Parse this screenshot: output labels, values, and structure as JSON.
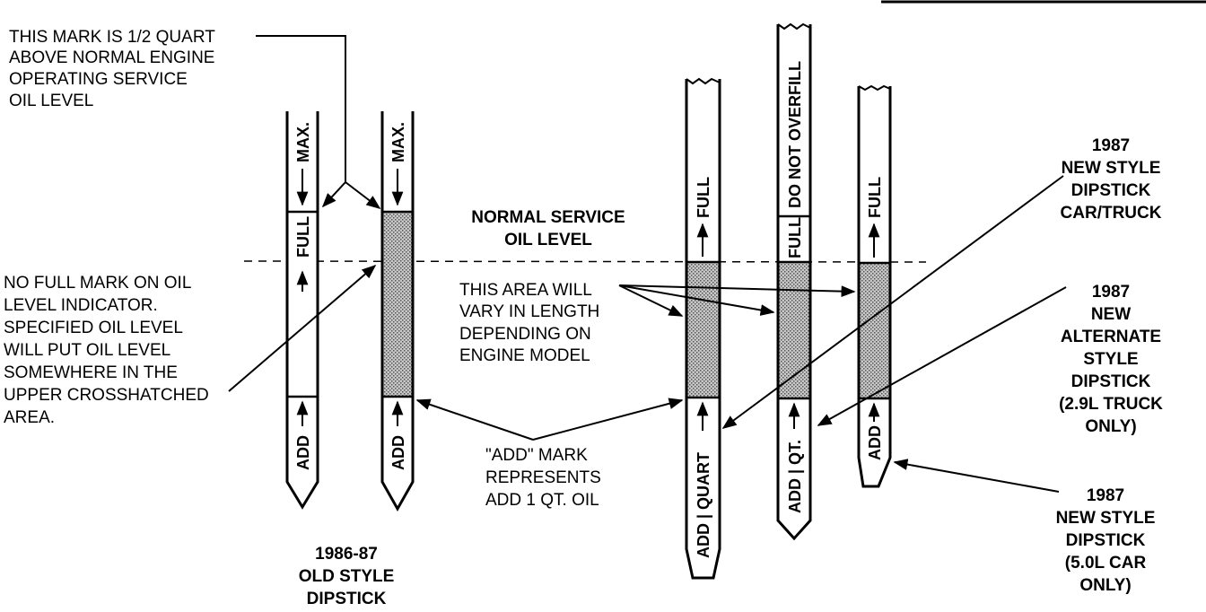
{
  "annotations": {
    "half_quart": [
      "THIS MARK IS 1/2 QUART",
      "ABOVE NORMAL ENGINE",
      "OPERATING SERVICE",
      "OIL LEVEL"
    ],
    "no_full_mark": [
      "NO FULL MARK ON OIL",
      "LEVEL INDICATOR.",
      "SPECIFIED OIL LEVEL",
      "WILL PUT OIL LEVEL",
      "SOMEWHERE IN THE",
      "UPPER CROSSHATCHED",
      "AREA."
    ],
    "normal_service": [
      "NORMAL SERVICE",
      "OIL LEVEL"
    ],
    "area_vary": [
      "THIS AREA WILL",
      "VARY IN LENGTH",
      "DEPENDING ON",
      "ENGINE MODEL"
    ],
    "add_mark": [
      "\"ADD\" MARK",
      "REPRESENTS",
      "ADD 1 QT. OIL"
    ],
    "old_style": [
      "1986-87",
      "OLD STYLE",
      "DIPSTICK"
    ],
    "new_style_car_truck": [
      "1987",
      "NEW STYLE",
      "DIPSTICK",
      "CAR/TRUCK"
    ],
    "new_alternate": [
      "1987",
      "NEW",
      "ALTERNATE",
      "STYLE",
      "DIPSTICK",
      "(2.9L TRUCK",
      "ONLY)"
    ],
    "new_style_5l": [
      "1987",
      "NEW STYLE",
      "DIPSTICK",
      "(5.0L CAR",
      "ONLY)"
    ]
  },
  "dipsticks": {
    "max": "MAX.",
    "full": "FULL",
    "add": "ADD",
    "add_quart": "ADD | QUART",
    "do_not_overfill": "DO NOT OVERFILL",
    "add_qt": "ADD | QT."
  }
}
